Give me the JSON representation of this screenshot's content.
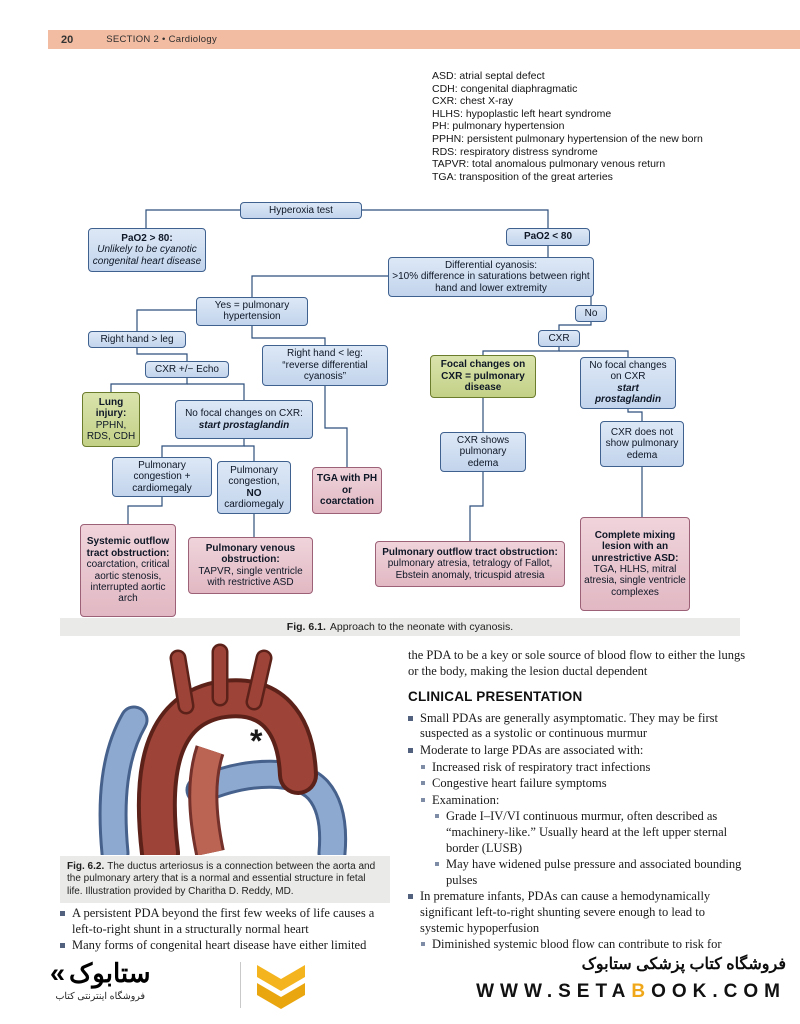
{
  "page": {
    "number": "20",
    "section": "SECTION 2 • Cardiology"
  },
  "abbreviations": [
    "ASD: atrial septal defect",
    "CDH: congenital diaphragmatic",
    "CXR: chest X-ray",
    "HLHS: hypoplastic left heart syndrome",
    "PH: pulmonary hypertension",
    "PPHN: persistent pulmonary hypertension of the new born",
    "RDS: respiratory distress syndrome",
    "TAPVR: total anomalous pulmonary venous return",
    "TGA: transposition of the great arteries"
  ],
  "flowchart": {
    "hyperoxia": {
      "text": "Hyperoxia test"
    },
    "pao2_high": {
      "title": "PaO2 > 80:",
      "body": "Unlikely to be cyanotic congenital heart disease"
    },
    "pao2_low": {
      "text": "PaO2 < 80"
    },
    "diff_cyanosis": {
      "line1": "Differential cyanosis:",
      "line2": ">10% difference in saturations between right hand and lower extremity"
    },
    "yes_ph": {
      "text": "Yes = pulmonary hypertension"
    },
    "no": {
      "text": "No"
    },
    "rh_gt_leg": {
      "text": "Right hand > leg"
    },
    "cxr_right": {
      "text": "CXR"
    },
    "cxr_echo": {
      "text": "CXR +/− Echo"
    },
    "rh_lt_leg": {
      "line1": "Right hand < leg:",
      "line2": "“reverse differential cyanosis”"
    },
    "focal_changes": {
      "text": "Focal changes on CXR = pulmonary disease"
    },
    "no_focal_right": {
      "body": "No focal changes on CXR",
      "em": "start prostaglandin"
    },
    "lung_injury": {
      "title": "Lung injury:",
      "body": "PPHN, RDS, CDH"
    },
    "no_focal_left": {
      "body": "No focal changes on CXR:",
      "em": "start prostaglandin"
    },
    "pulm_cong_cardio": {
      "text": "Pulmonary congestion + cardiomegaly"
    },
    "pulm_cong_no": {
      "pre": "Pulmonary congestion,",
      "em": "NO",
      "post": "cardiomegaly"
    },
    "tga_ph": {
      "text": "TGA with PH or coarctation"
    },
    "cxr_edema": {
      "text": "CXR shows pulmonary edema"
    },
    "cxr_no_edema": {
      "text": "CXR does not show pulmonary edema"
    },
    "systemic_oto": {
      "title": "Systemic outflow tract obstruction:",
      "body": "coarctation, critical aortic stenosis, interrupted aortic arch"
    },
    "pulm_venous": {
      "title": "Pulmonary venous obstruction:",
      "body": "TAPVR, single ventricle with restrictive ASD"
    },
    "pulm_oto": {
      "title": "Pulmonary outflow tract obstruction:",
      "body": "pulmonary atresia, tetralogy of Fallot, Ebstein anomaly, tricuspid atresia"
    },
    "complete_mixing": {
      "title": "Complete mixing lesion with an unrestrictive ASD:",
      "body": "TGA, HLHS, mitral atresia, single ventricle complexes"
    }
  },
  "fig1_caption": {
    "label": "Fig. 6.1.",
    "text": "Approach to the neonate with cyanosis."
  },
  "fig2_caption": {
    "label": "Fig. 6.2.",
    "text": "The ductus arteriosus is a connection between the aorta and the pulmonary artery that is a normal and essential structure in fetal life. Illustration provided by Charitha D. Reddy, MD."
  },
  "fig2_marker": "*",
  "left_col": {
    "b1": "A persistent PDA beyond the first few weeks of life causes a left-to-right shunt in a structurally normal heart",
    "b2": "Many forms of congenital heart disease have either limited"
  },
  "right_col": {
    "intro": "the PDA to be a key or sole source of blood flow to either the lungs or the body, making the lesion ductal dependent",
    "heading": "CLINICAL PRESENTATION",
    "b1": "Small PDAs are generally asymptomatic. They may be first suspected as a systolic or continuous murmur",
    "b2": "Moderate to large PDAs are associated with:",
    "b2a": "Increased risk of respiratory tract infections",
    "b2b": "Congestive heart failure symptoms",
    "b2c": "Examination:",
    "b2c1": "Grade I–IV/VI continuous murmur, often described as “machinery-like.” Usually heard at the left upper sternal border (LUSB)",
    "b2c2": "May have widened pulse pressure and associated bounding pulses",
    "b3": "In premature infants, PDAs can cause a hemodynamically significant left-to-right shunting severe enough to lead to systemic hypoperfusion",
    "b3a": "Diminished systemic blood flow can contribute to risk for Necrotizing enterocolitis, myocardial ischemia,"
  },
  "footer": {
    "logo_text": "ستابوک",
    "logo_sub": "فروشگاه اینترنتی کتاب",
    "tagline": "فروشگاه کتاب پزشکی ستابوک",
    "url_pre": "WWW.SETA",
    "url_accent": "B",
    "url_post": "OOK.COM"
  },
  "colors": {
    "header_bar": "#f2bca2",
    "node_blue": "#c2d4ec",
    "node_green": "#c3d187",
    "node_pink": "#e1b8c3",
    "caption_bg": "#eaeae8",
    "gold_accent": "#f0a81a"
  }
}
